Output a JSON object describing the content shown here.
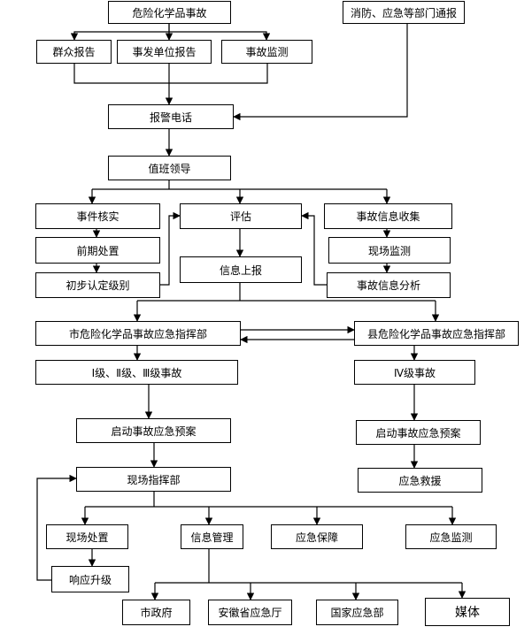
{
  "nodes": {
    "incident": "危险化学品事故",
    "fire_notify": "消防、应急等部门通报",
    "public_report": "群众报告",
    "unit_report": "事发单位报告",
    "monitoring": "事故监测",
    "alarm_call": "报警电话",
    "duty_leader": "值班领导",
    "verify": "事件核实",
    "assess": "评估",
    "info_collect": "事故信息收集",
    "early_handling": "前期处置",
    "site_monitor": "现场监测",
    "info_report": "信息上报",
    "initial_level": "初步认定级别",
    "info_analysis": "事故信息分析",
    "city_command": "市危险化学品事故应急指挥部",
    "county_command": "县危险化学品事故应急指挥部",
    "level_1_3": "Ⅰ级、Ⅱ级、Ⅲ级事故",
    "level_4": "Ⅳ级事故",
    "start_plan_left": "启动事故应急预案",
    "start_plan_right": "启动事故应急预案",
    "field_command": "现场指挥部",
    "rescue": "应急救援",
    "site_handling": "现场处置",
    "info_mgmt": "信息管理",
    "support": "应急保障",
    "emergency_monitor": "应急监测",
    "escalate": "响应升级",
    "municipal": "市政府",
    "province_office": "安徽省应急厅",
    "national": "国家应急部",
    "media": "媒体"
  }
}
